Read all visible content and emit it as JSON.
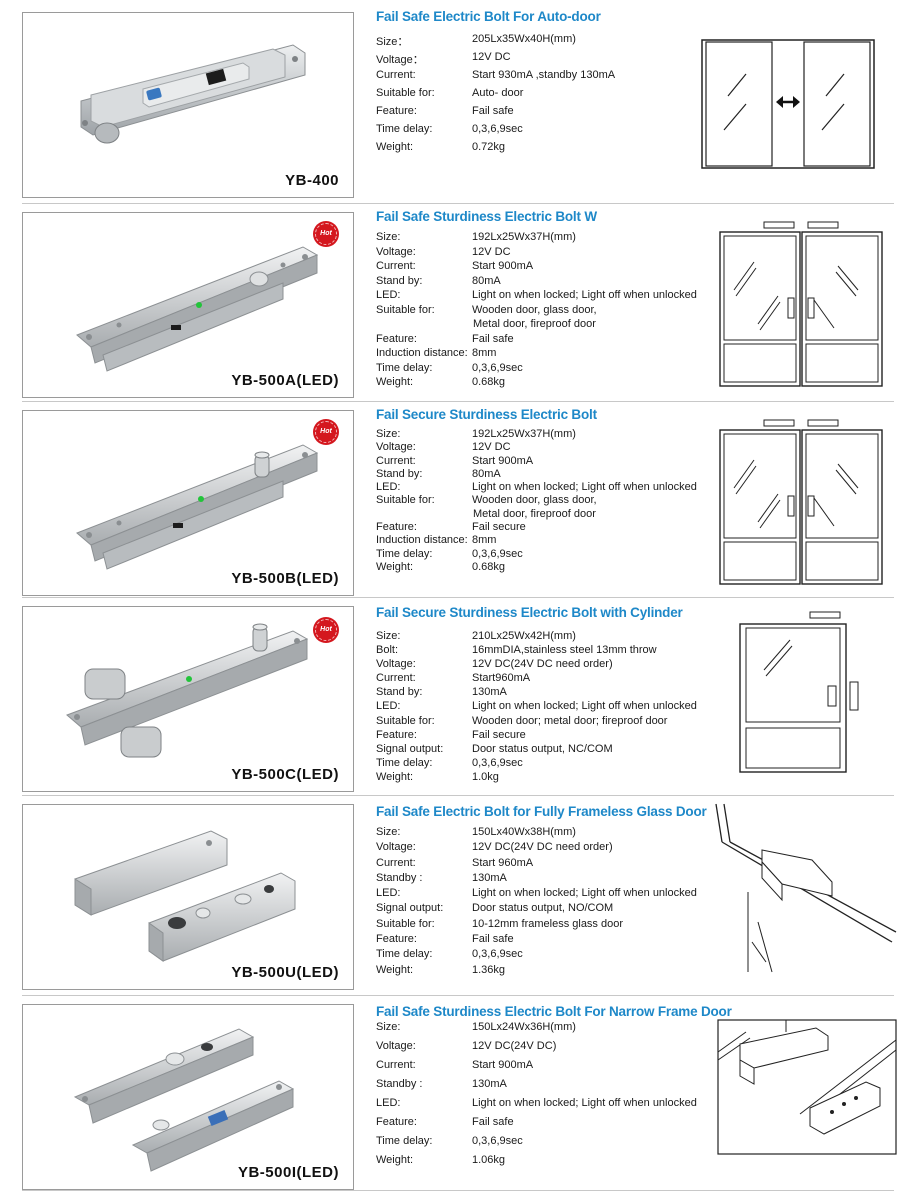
{
  "products": [
    {
      "model": "YB-400",
      "title": "Fail Safe Electric Bolt For Auto-door",
      "hot": false,
      "specs": [
        {
          "label": "Size：",
          "value": "205Lx35Wx40H(mm)"
        },
        {
          "label": "Voltage：",
          "value": "12V DC"
        },
        {
          "label": "Current:",
          "value": "Start 930mA ,standby 130mA"
        },
        {
          "label": "Suitable for:",
          "value": "Auto- door"
        },
        {
          "label": "Feature:",
          "value": "Fail safe"
        },
        {
          "label": "Time delay:",
          "value": "0,3,6,9sec"
        },
        {
          "label": "Weight:",
          "value": "0.72kg"
        }
      ]
    },
    {
      "model": "YB-500A(LED)",
      "title": "Fail Safe Sturdiness Electric Bolt W",
      "hot": true,
      "hot_text": "Hot",
      "specs": [
        {
          "label": "Size:",
          "value": "192Lx25Wx37H(mm)"
        },
        {
          "label": "Voltage:",
          "value": "12V DC"
        },
        {
          "label": "Current:",
          "value": "Start 900mA"
        },
        {
          "label": "Stand by:",
          "value": "80mA"
        },
        {
          "label": "LED:",
          "value": "Light on when locked; Light off when unlocked"
        },
        {
          "label": "Suitable for:",
          "value": " Wooden door, glass door,"
        },
        {
          "label": "",
          "value": "Metal door, fireproof door"
        },
        {
          "label": "Feature:",
          "value": "Fail safe"
        },
        {
          "label": "Induction distance:",
          "value": "8mm"
        },
        {
          "label": "Time delay:",
          "value": "0,3,6,9sec"
        },
        {
          "label": "Weight:",
          "value": "0.68kg"
        }
      ]
    },
    {
      "model": "YB-500B(LED)",
      "title": "Fail Secure Sturdiness Electric Bolt",
      "hot": true,
      "hot_text": "Hot",
      "specs": [
        {
          "label": "Size:",
          "value": "192Lx25Wx37H(mm)"
        },
        {
          "label": "Voltage:",
          "value": "12V DC"
        },
        {
          "label": "Current:",
          "value": "Start 900mA"
        },
        {
          "label": "Stand by:",
          "value": "80mA"
        },
        {
          "label": "LED:",
          "value": "Light on when locked; Light off when unlocked"
        },
        {
          "label": "Suitable for:",
          "value": "Wooden door, glass door,"
        },
        {
          "label": "",
          "value": "Metal door,  fireproof door"
        },
        {
          "label": "Feature:",
          "value": "Fail secure"
        },
        {
          "label": "Induction distance:",
          "value": "8mm"
        },
        {
          "label": "Time delay:",
          "value": "0,3,6,9sec"
        },
        {
          "label": "Weight:",
          "value": "0.68kg"
        }
      ]
    },
    {
      "model": "YB-500C(LED)",
      "title": "Fail Secure Sturdiness Electric Bolt with Cylinder",
      "hot": true,
      "hot_text": "Hot",
      "specs": [
        {
          "label": "Size:",
          "value": "210Lx25Wx42H(mm)"
        },
        {
          "label": "Bolt:",
          "value": "16mmDIA,stainless steel 13mm throw"
        },
        {
          "label": "Voltage:",
          "value": "12V DC(24V DC need order)"
        },
        {
          "label": "Current:",
          "value": "Start960mA"
        },
        {
          "label": "Stand by:",
          "value": "130mA"
        },
        {
          "label": "LED:",
          "value": "Light on when locked; Light off when unlocked"
        },
        {
          "label": "Suitable for:",
          "value": "Wooden door; metal door; fireproof door"
        },
        {
          "label": "Feature:",
          "value": "Fail secure"
        },
        {
          "label": "Signal output:",
          "value": "Door status output, NC/COM"
        },
        {
          "label": "Time delay:",
          "value": "0,3,6,9sec"
        },
        {
          "label": "Weight:",
          "value": "1.0kg"
        }
      ]
    },
    {
      "model": "YB-500U(LED)",
      "title": "Fail Safe Electric Bolt  for Fully Frameless Glass Door",
      "hot": false,
      "specs": [
        {
          "label": "Size:",
          "value": "150Lx40Wx38H(mm)"
        },
        {
          "label": "Voltage:",
          "value": "12V DC(24V DC need order)"
        },
        {
          "label": "Current:",
          "value": "Start 960mA"
        },
        {
          "label": "Standby :",
          "value": "130mA"
        },
        {
          "label": "LED:",
          "value": "Light on when locked; Light off when unlocked"
        },
        {
          "label": "Signal output:",
          "value": "Door status output, NO/COM"
        },
        {
          "label": "Suitable for:",
          "value": "10-12mm  frameless glass door"
        },
        {
          "label": "Feature:",
          "value": "Fail safe"
        },
        {
          "label": "Time delay:",
          "value": "0,3,6,9sec"
        },
        {
          "label": "Weight:",
          "value": "1.36kg"
        }
      ]
    },
    {
      "model": "YB-500I(LED)",
      "title": "Fail Safe Sturdiness Electric Bolt  For Narrow Frame Door",
      "hot": false,
      "specs": [
        {
          "label": "Size:",
          "value": "150Lx24Wx36H(mm)"
        },
        {
          "label": "Voltage:",
          "value": "12V DC(24V DC)"
        },
        {
          "label": "Current:",
          "value": "Start 900mA"
        },
        {
          "label": "Standby :",
          "value": "130mA"
        },
        {
          "label": "LED:",
          "value": "Light on when locked; Light off when unlocked"
        },
        {
          "label": "Feature:",
          "value": "Fail safe"
        },
        {
          "label": "Time delay:",
          "value": "0,3,6,9sec"
        },
        {
          "label": "Weight:",
          "value": "1.06kg"
        }
      ]
    }
  ],
  "colors": {
    "title_blue": "#1e88c8",
    "hot_red": "#d4171e",
    "led_green": "#22c43a",
    "brushed_steel": "#c9ccce"
  }
}
